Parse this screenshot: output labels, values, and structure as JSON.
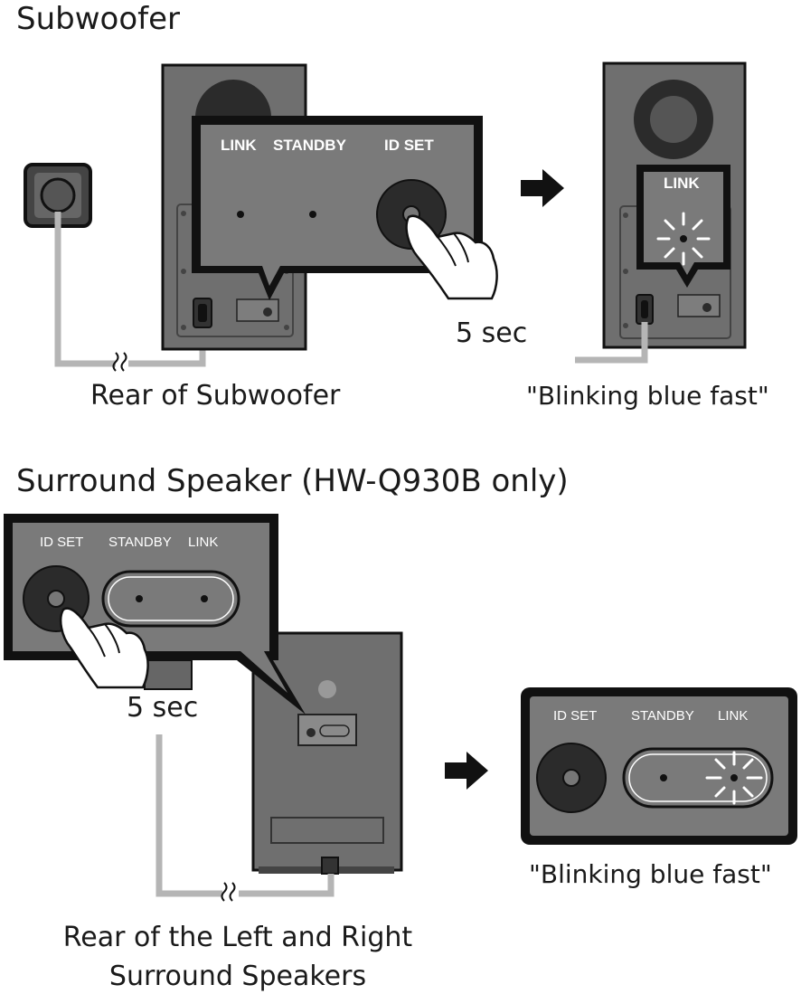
{
  "subwoofer": {
    "heading": "Subwoofer",
    "panel_labels": {
      "link": "LINK",
      "standby": "STANDBY",
      "id_set": "ID SET"
    },
    "hold_time": "5 sec",
    "result_label": "LINK",
    "rear_caption": "Rear of Subwoofer",
    "status_caption": "\"Blinking blue fast\""
  },
  "surround": {
    "heading": "Surround Speaker (HW-Q930B only)",
    "panel_labels": {
      "id_set": "ID SET",
      "standby": "STANDBY",
      "link": "LINK"
    },
    "hold_time": "5 sec",
    "result_labels": {
      "id_set": "ID SET",
      "standby": "STANDBY",
      "link": "LINK"
    },
    "rear_caption_line1": "Rear of the Left and Right",
    "rear_caption_line2": "Surround Speakers",
    "status_caption": "\"Blinking blue fast\""
  },
  "colors": {
    "device_body": "#6f6f6f",
    "panel_bg": "#7a7a7a",
    "outline": "#1a1a1a",
    "cable": "#b5b5b5",
    "blink_ray": "#ffffff"
  },
  "icons": [
    "power-outlet-icon",
    "power-plug-icon",
    "finger-press-icon",
    "arrow-right-icon",
    "blink-rays-icon",
    "wave-break-icon"
  ]
}
